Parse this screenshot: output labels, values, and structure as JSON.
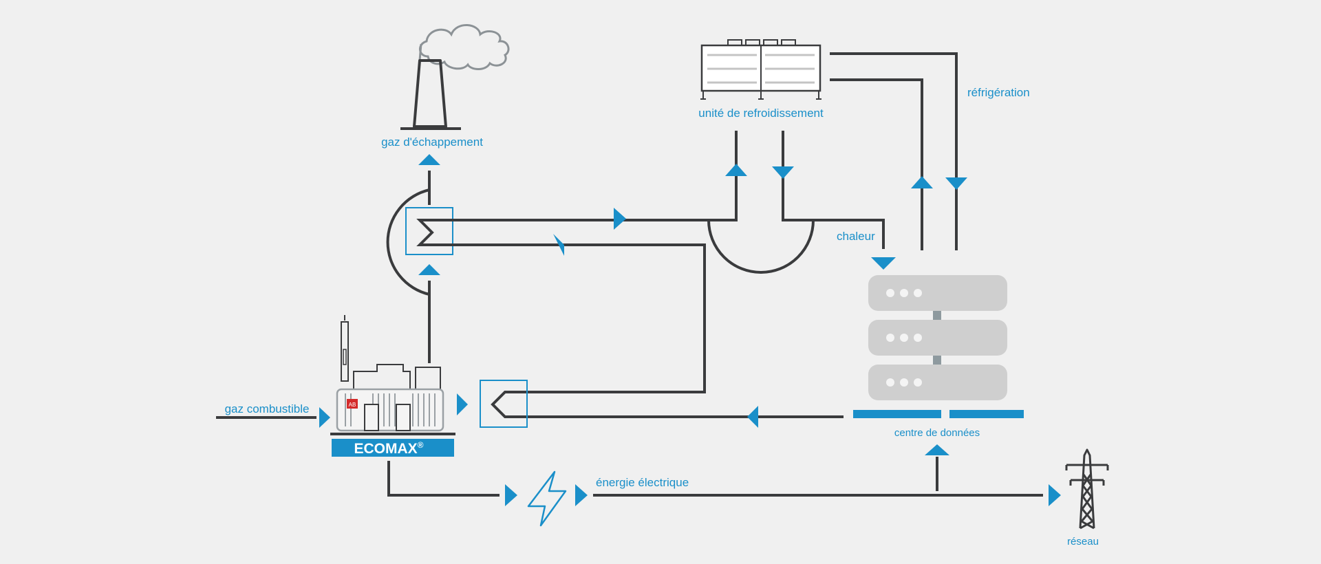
{
  "labels": {
    "exhaust_gas": "gaz d'échappement",
    "cooling_unit": "unité de refroidissement",
    "refrigeration": "réfrigération",
    "heat": "chaleur",
    "fuel_gas": "gaz combustible",
    "data_center": "centre de données",
    "electric_energy": "énergie électrique",
    "grid": "réseau"
  },
  "brand": {
    "name": "ECOMAX",
    "registered_mark": "®",
    "badge_text": "AB"
  },
  "colors": {
    "accent": "#1a8fc9",
    "line": "#3a3b3d",
    "server": "#cfcfcf",
    "background": "#f0f0f0"
  }
}
